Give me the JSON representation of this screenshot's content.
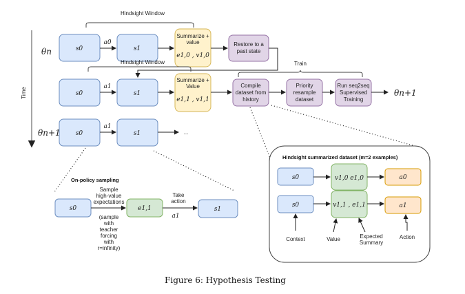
{
  "colors": {
    "state_fill": "#dae8fc",
    "state_stroke": "#6c8ebf",
    "summary_fill": "#fff2cc",
    "summary_stroke": "#d6b656",
    "process_fill": "#e1d5e7",
    "process_stroke": "#9673a6",
    "expect_fill": "#d5e8d4",
    "expect_stroke": "#82b366",
    "action_fill": "#ffe6cc",
    "action_stroke": "#d79b00"
  },
  "time_axis": {
    "label": "Time"
  },
  "row1": {
    "theta": "θn",
    "brace_label": "Hindsight Window",
    "s0": "s0",
    "a0": "a0",
    "s1": "s1",
    "summ_line1": "Summarize +",
    "summ_line2": "value",
    "summ_math": "e1,0 , v1,0",
    "restore_line1": "Restore to a",
    "restore_line2": "past state"
  },
  "row2": {
    "brace_label": "Hindsight Window",
    "s0": "s0",
    "a1": "a1",
    "s1": "s1",
    "summ_line1": "Summarize +",
    "summ_line2": "Value",
    "summ_math": "e1,1 , v1,1",
    "train_label": "Train",
    "compile": [
      "Compile",
      "dataset from",
      "history"
    ],
    "priority": [
      "Priority",
      "resample",
      "dataset"
    ],
    "seq2seq": [
      "Run seq2seq",
      "Supervised",
      "Training"
    ],
    "theta_next": "θn+1"
  },
  "row3": {
    "theta": "θn+1",
    "s0": "s0",
    "a1": "a1",
    "s1": "s1",
    "ellipsis": "..."
  },
  "onpolicy": {
    "title": "On-policy sampling",
    "s0": "s0",
    "sample_label": [
      "Sample",
      "high-value",
      "expectations"
    ],
    "sample_note": [
      "(sample",
      "with",
      "teacher",
      "forcing",
      "with",
      "r=infinity)"
    ],
    "e": "e1,1",
    "take_action": [
      "Take",
      "action"
    ],
    "a1": "a1",
    "s1": "s1"
  },
  "dataset_panel": {
    "title": "Hindsight summarized dataset (m=2 examples)",
    "rows": [
      {
        "context": "s0",
        "value_summary": "v1,0 e1,0",
        "action": "a0"
      },
      {
        "context": "s0",
        "value_summary": "v1,1 , e1,1",
        "action": "a1"
      }
    ],
    "annotations": {
      "context": "Context",
      "value": "Value",
      "expected_summary": [
        "Expected",
        "Summary"
      ],
      "action": "Action"
    }
  },
  "caption": "Figure 6: Hypothesis Testing"
}
